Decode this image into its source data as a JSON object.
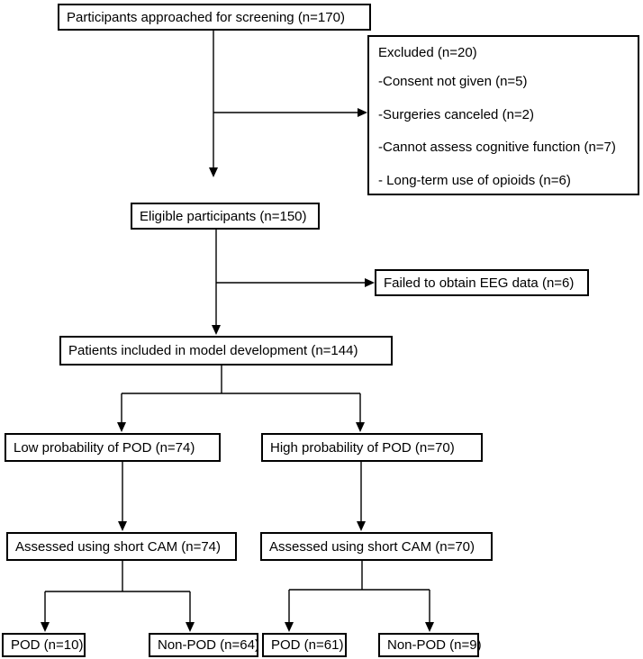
{
  "boxes": {
    "screened": "Participants approached for screening (n=170)",
    "excluded": {
      "title": "Excluded (n=20)",
      "reasons": [
        "-Consent not given (n=5)",
        "-Surgeries canceled (n=2)",
        "-Cannot assess cognitive function (n=7)",
        "- Long-term use of opioids (n=6)"
      ]
    },
    "eligible": "Eligible participants (n=150)",
    "eeg_failed": "Failed to obtain EEG data (n=6)",
    "included": "Patients included in model development (n=144)",
    "low_prob": "Low probability of POD (n=74)",
    "high_prob": "High probability of POD (n=70)",
    "assessed_low": "Assessed using short CAM (n=74)",
    "assessed_high": "Assessed using short CAM (n=70)",
    "pod_low": "POD (n=10)",
    "nonpod_low": "Non-POD (n=64)",
    "pod_high": "POD (n=61)",
    "nonpod_high": "Non-POD (n=9)"
  }
}
